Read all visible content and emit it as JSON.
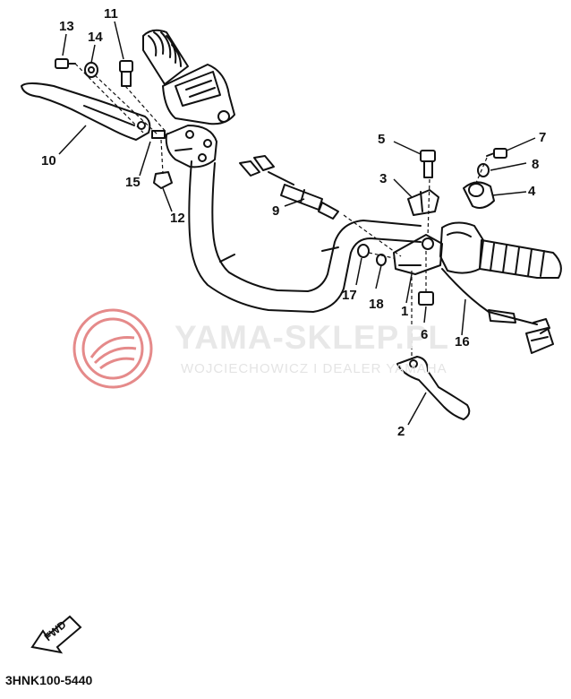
{
  "watermark": {
    "title": "YAMA-SKLEP.PL",
    "subtitle": "WOJCIECHOWICZ I DEALER YAMAHA",
    "color": "#e05a5a"
  },
  "callouts": [
    {
      "id": "c13",
      "label": "13"
    },
    {
      "id": "c11",
      "label": "11"
    },
    {
      "id": "c14",
      "label": "14"
    },
    {
      "id": "c10",
      "label": "10"
    },
    {
      "id": "c15",
      "label": "15"
    },
    {
      "id": "c12",
      "label": "12"
    },
    {
      "id": "c5",
      "label": "5"
    },
    {
      "id": "c7",
      "label": "7"
    },
    {
      "id": "c8",
      "label": "8"
    },
    {
      "id": "c3",
      "label": "3"
    },
    {
      "id": "c4",
      "label": "4"
    },
    {
      "id": "c9",
      "label": "9"
    },
    {
      "id": "c17",
      "label": "17"
    },
    {
      "id": "c18",
      "label": "18"
    },
    {
      "id": "c1",
      "label": "1"
    },
    {
      "id": "c6",
      "label": "6"
    },
    {
      "id": "c16",
      "label": "16"
    },
    {
      "id": "c2",
      "label": "2"
    }
  ],
  "fwd_label": "FWD",
  "diagram_code": "3HNK100-5440"
}
